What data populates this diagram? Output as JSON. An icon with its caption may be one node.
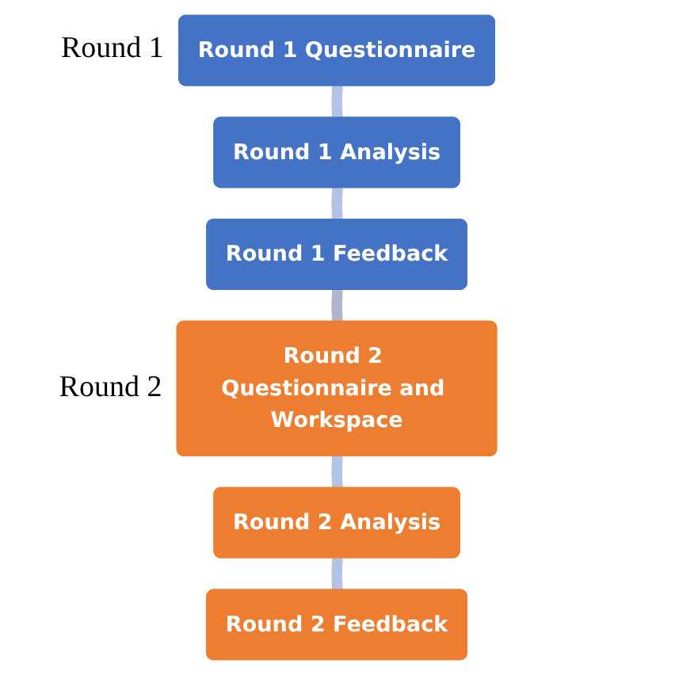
{
  "diagram": {
    "nodes": [
      {
        "text": [
          "Round 1 Questionnaire"
        ]
      },
      {
        "text": [
          "Round 1 Analysis"
        ]
      },
      {
        "text": [
          "Round 1 Feedback"
        ]
      },
      {
        "text": [
          "Round 2 Questionnaire and Workspace"
        ]
      },
      {
        "text": [
          "Round 2 Analysis"
        ]
      },
      {
        "text": [
          "Round 2 Feedback"
        ]
      }
    ],
    "edges": [
      {
        "from": 0,
        "to": 1,
        "arrow": "none"
      },
      {
        "from": 1,
        "to": 2,
        "arrow": "none"
      },
      {
        "from": 2,
        "to": 3,
        "arrow": "none",
        "color": "#adb9ca"
      },
      {
        "from": 3,
        "to": 4,
        "arrow": "none"
      },
      {
        "from": 4,
        "to": 5,
        "arrow": "none"
      }
    ],
    "labels": [
      "Round 1",
      "Round 2"
    ]
  }
}
